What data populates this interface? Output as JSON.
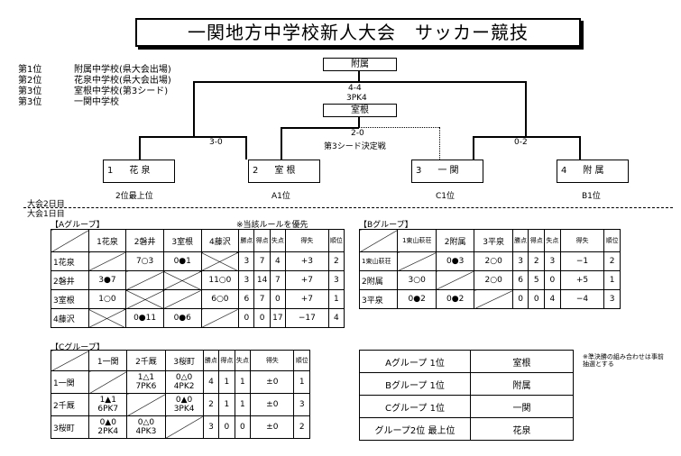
{
  "title": "一関地方中学校新人大会　サッカー競技",
  "ranks": [
    {
      "place": "第1位",
      "school": "附属中学校(県大会出場)"
    },
    {
      "place": "第2位",
      "school": "花泉中学校(県大会出場)"
    },
    {
      "place": "第3位",
      "school": "室根中学校(第3シード)"
    },
    {
      "place": "第3位",
      "school": "一関中学校"
    }
  ],
  "bracket": {
    "champion": "附属",
    "final_score": "4-4",
    "final_pk": "3PK4",
    "third_box": "室根",
    "third_score": "2-0",
    "third_label": "第3シード決定戦",
    "left_score": "3-0",
    "right_score": "0-2",
    "seeds": [
      {
        "num": "1",
        "name": "花 泉",
        "label": "2位最上位"
      },
      {
        "num": "2",
        "name": "室 根",
        "label": "A1位"
      },
      {
        "num": "3",
        "name": "一 関",
        "label": "C1位"
      },
      {
        "num": "4",
        "name": "附 属",
        "label": "B1位"
      }
    ],
    "day2": "大会2日目",
    "day1": "大会1日目"
  },
  "groupA": {
    "title": "【Aグループ】",
    "note": "※当該ルールを優先",
    "teams": [
      "1花泉",
      "2磐井",
      "3室根",
      "4藤沢"
    ],
    "stat_headers": [
      "勝点",
      "得点",
      "失点",
      "得失",
      "順位"
    ],
    "results": [
      [
        "",
        "7○3",
        "0●1",
        ""
      ],
      [
        "3●7",
        "",
        "",
        "11○0"
      ],
      [
        "1○0",
        "",
        "",
        "6○0"
      ],
      [
        "",
        "0●11",
        "0●6",
        ""
      ]
    ],
    "stats": [
      [
        "3",
        "7",
        "4",
        "+3",
        "2"
      ],
      [
        "3",
        "14",
        "7",
        "+7",
        "3"
      ],
      [
        "6",
        "7",
        "0",
        "+7",
        "1"
      ],
      [
        "0",
        "0",
        "17",
        "−17",
        "4"
      ]
    ]
  },
  "groupB": {
    "title": "【Bグループ】",
    "teams": [
      "1東山萩荘",
      "2附属",
      "3平泉"
    ],
    "stat_headers": [
      "勝点",
      "得点",
      "失点",
      "得失",
      "順位"
    ],
    "results": [
      [
        "",
        "0●3",
        "2○0"
      ],
      [
        "3○0",
        "",
        "2○0"
      ],
      [
        "0●2",
        "0●2",
        ""
      ]
    ],
    "stats": [
      [
        "3",
        "2",
        "3",
        "−1",
        "2"
      ],
      [
        "6",
        "5",
        "0",
        "+5",
        "1"
      ],
      [
        "0",
        "0",
        "4",
        "−4",
        "3"
      ]
    ]
  },
  "groupC": {
    "title": "【Cグループ】",
    "teams": [
      "1一関",
      "2千厩",
      "3桜町"
    ],
    "stat_headers": [
      "勝点",
      "得点",
      "失点",
      "得失",
      "順位"
    ],
    "results": [
      [
        "",
        "1△1 7PK6",
        "0△0 4PK2"
      ],
      [
        "1▲1 6PK7",
        "",
        "0▲0 3PK4"
      ],
      [
        "0▲0 2PK4",
        "0△0 4PK3",
        ""
      ]
    ],
    "stats": [
      [
        "4",
        "1",
        "1",
        "±0",
        "1"
      ],
      [
        "2",
        "1",
        "1",
        "±0",
        "3"
      ],
      [
        "3",
        "0",
        "0",
        "±0",
        "2"
      ]
    ]
  },
  "selection": {
    "rows": [
      {
        "label": "Aグループ 1位",
        "team": "室根"
      },
      {
        "label": "Bグループ 1位",
        "team": "附属"
      },
      {
        "label": "Cグループ 1位",
        "team": "一関"
      },
      {
        "label": "グループ2位 最上位",
        "team": "花泉"
      }
    ],
    "note": "※準決勝の組み合わせは事前抽選とする"
  }
}
